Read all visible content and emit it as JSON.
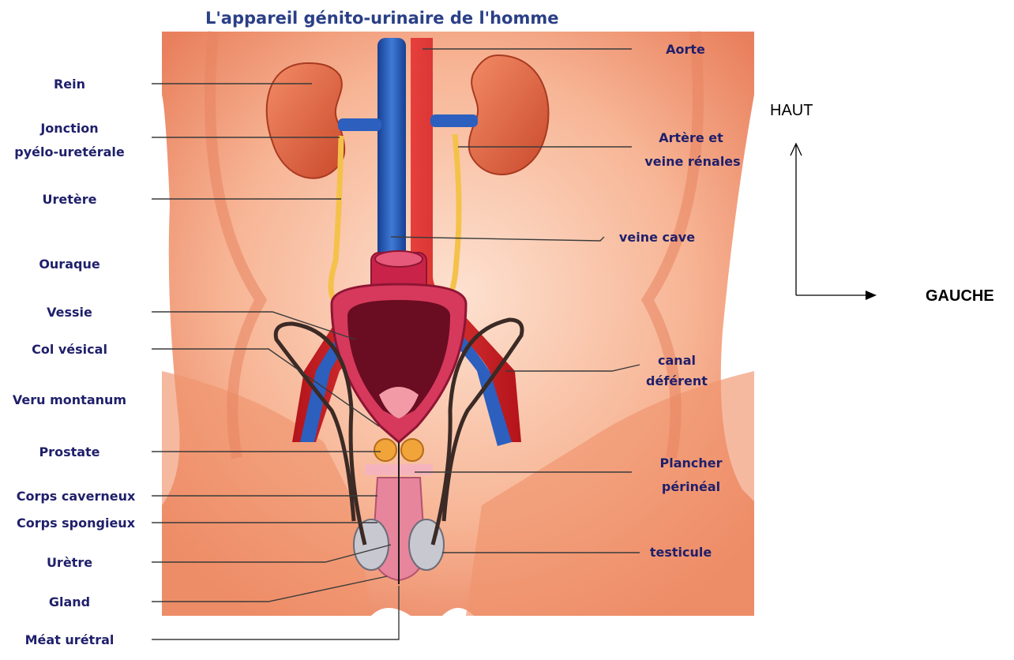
{
  "title": "L'appareil génito-urinaire de l'homme",
  "labels_left": [
    "Rein",
    "Jonction",
    "pyélo-uretérale",
    "Uretère",
    "Ouraque",
    "Vessie",
    "Col vésical",
    "Veru montanum",
    "Prostate",
    "Corps caverneux",
    "Corps spongieux",
    "Urètre",
    "Gland",
    "Méat urétral"
  ],
  "labels_right": [
    "Aorte",
    "Artère et",
    "veine rénales",
    "veine cave",
    "canal",
    "déférent",
    "Plancher",
    "périnéal",
    "testicule"
  ],
  "orientation": {
    "up": "HAUT",
    "left": "GAUCHE"
  },
  "colors": {
    "label_text": "#1f1f6b",
    "title_text": "#2a3f86",
    "skin": "#f3a480",
    "skin_dark": "#d9694c",
    "artery": "#d21f24",
    "vein": "#1f56b8",
    "ureter": "#f4c24a",
    "kidney": "#e2623e",
    "bladder": "#c9234a",
    "vas_deferens": "#3b2a25"
  }
}
